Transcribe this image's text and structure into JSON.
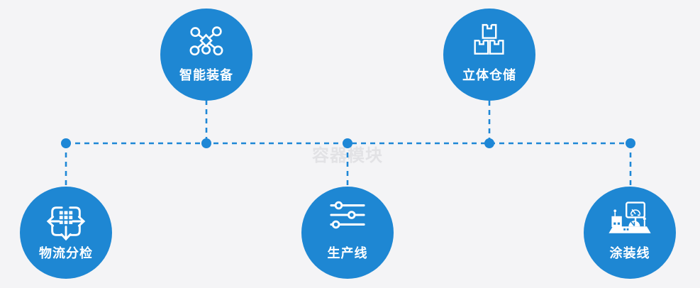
{
  "diagram": {
    "watermark": "容器模块",
    "colors": {
      "background": "#f4f4f6",
      "node_fill": "#1e87d3",
      "connector": "#1e87d6",
      "label_text": "#ffffff",
      "watermark_text": "#e2e2e5"
    },
    "nodes": [
      {
        "label": "智能装备",
        "icon": "network-nodes-icon",
        "position": "top-left"
      },
      {
        "label": "立体仓储",
        "icon": "stacked-boxes-icon",
        "position": "top-right"
      },
      {
        "label": "物流分检",
        "icon": "sorting-arrows-icon",
        "position": "bottom-left"
      },
      {
        "label": "生产线",
        "icon": "sliders-icon",
        "position": "bottom-center"
      },
      {
        "label": "涂装线",
        "icon": "control-station-icon",
        "position": "bottom-right"
      }
    ]
  }
}
